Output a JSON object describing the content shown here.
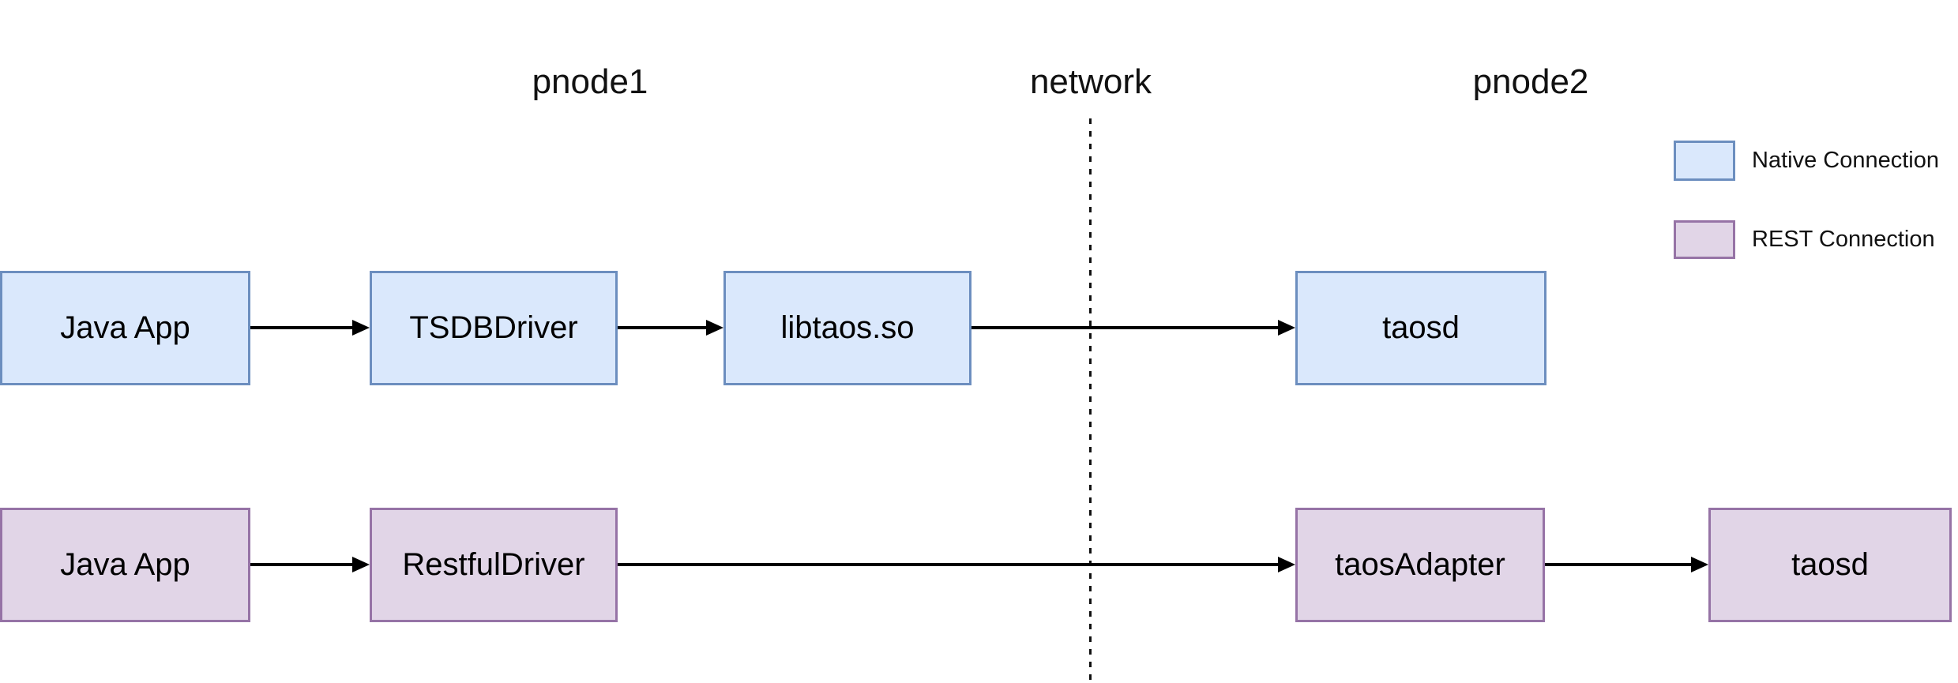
{
  "header": {
    "pnode1": "pnode1",
    "network": "network",
    "pnode2": "pnode2"
  },
  "nodes": {
    "java_app_native": "Java App",
    "tsdb_driver": "TSDBDriver",
    "libtaos": "libtaos.so",
    "taosd_native": "taosd",
    "java_app_rest": "Java App",
    "restful_driver": "RestfulDriver",
    "taos_adapter": "taosAdapter",
    "taosd_rest": "taosd"
  },
  "legend": {
    "native": {
      "label": "Native Connection",
      "fill": "#dae8fc",
      "border": "#6c8ebf"
    },
    "rest": {
      "label": "REST Connection",
      "fill": "#e1d5e7",
      "border": "#9673a6"
    }
  },
  "colors": {
    "native_fill": "#dae8fc",
    "native_border": "#6c8ebf",
    "rest_fill": "#e1d5e7",
    "rest_border": "#9673a6",
    "line": "#000000",
    "background": "#ffffff"
  }
}
